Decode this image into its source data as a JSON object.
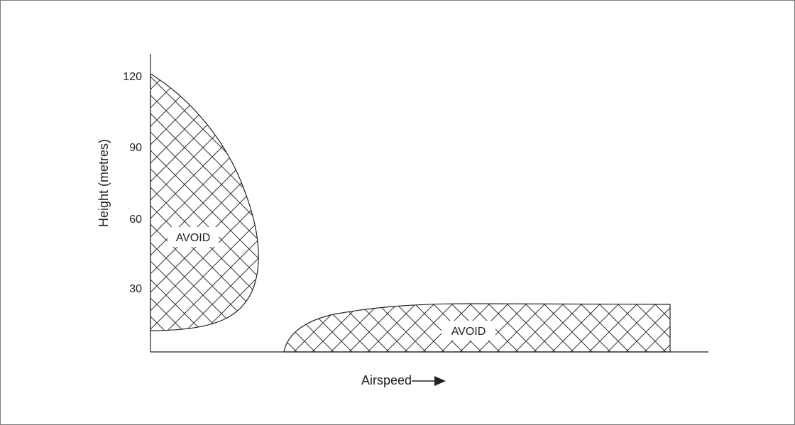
{
  "diagram": {
    "y_axis": {
      "label": "Height (metres)",
      "ticks": [
        "30",
        "60",
        "90",
        "120"
      ]
    },
    "x_axis": {
      "label": "Airspeed"
    },
    "zones": [
      {
        "id": "low-speed",
        "label": "AVOID"
      },
      {
        "id": "low-height",
        "label": "AVOID"
      }
    ],
    "colors": {
      "line": "#222222",
      "hatch": "#333333",
      "frame": "#7a7a7a"
    }
  }
}
